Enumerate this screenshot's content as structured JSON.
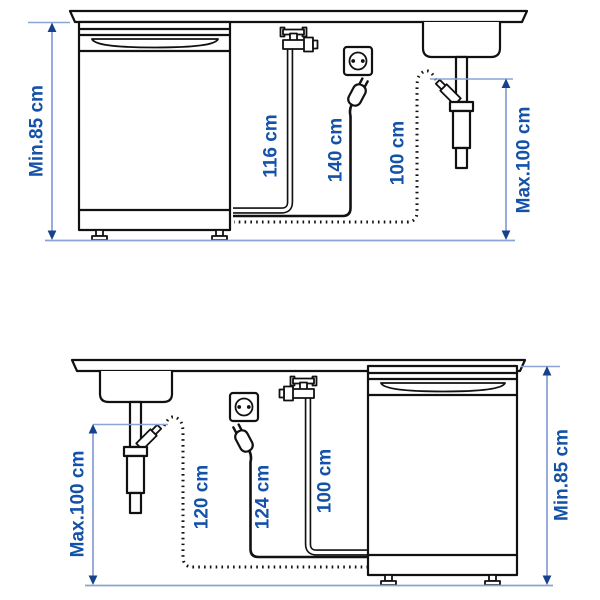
{
  "colors": {
    "label_blue": "#1352a8",
    "measure_line_blue": "#8ca3d6",
    "arrow_blue": "#16418c",
    "line_black": "#111111",
    "background": "#ffffff"
  },
  "icons": {
    "tap": "water-tap-icon",
    "socket": "power-socket-icon",
    "plug": "power-plug-icon",
    "sink": "sink-icon",
    "dishwasher": "dishwasher-icon",
    "drain_standpipe": "drain-standpipe-icon",
    "drain_hose": "drain-hose-dotted-icon"
  },
  "diagram_top": {
    "height_label": "Min.85 cm",
    "supply_hose_label": "116 cm",
    "power_cord_label": "140 cm",
    "drain_hose_label": "100 cm",
    "drain_height_label": "Max.100 cm"
  },
  "diagram_bottom": {
    "drain_height_label": "Max.100 cm",
    "drain_hose_label": "120 cm",
    "power_cord_label": "124 cm",
    "supply_hose_label": "100 cm",
    "height_label": "Min.85 cm"
  }
}
